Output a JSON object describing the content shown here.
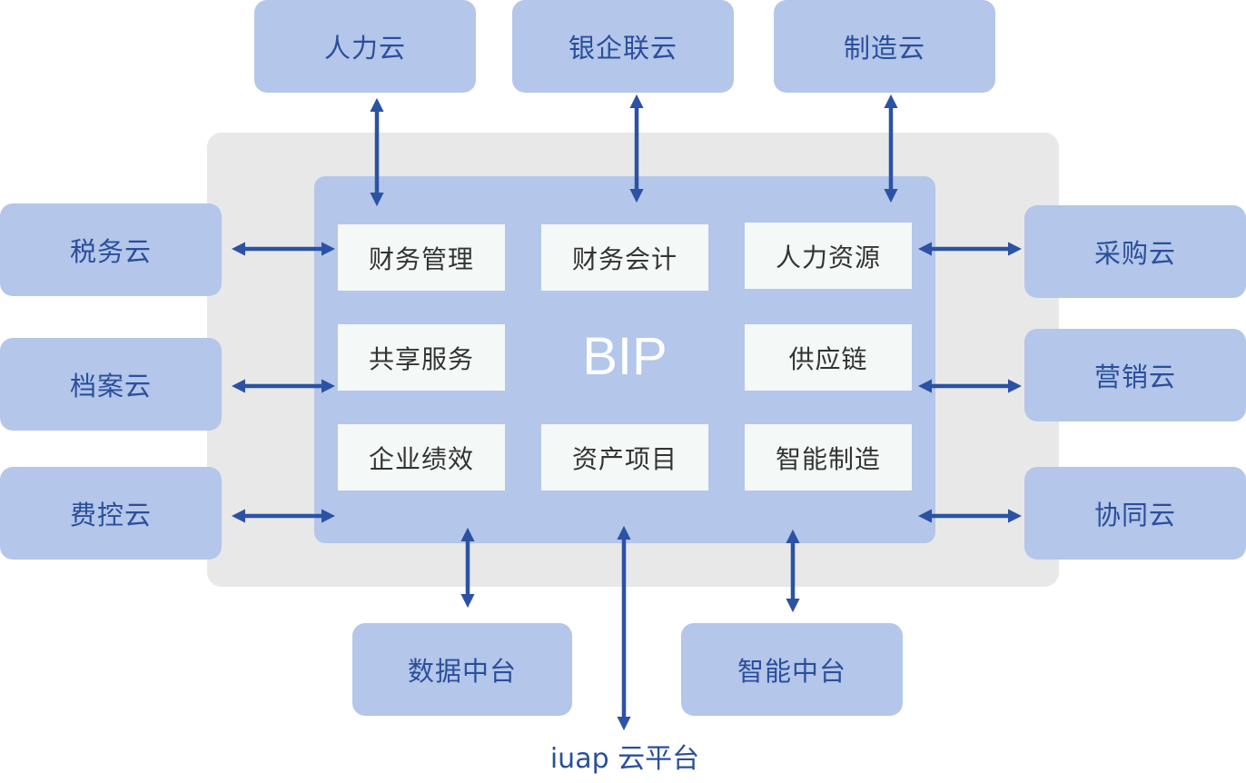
{
  "core": {
    "title": "BIP",
    "modules": [
      "财务管理",
      "财务会计",
      "人力资源",
      "共享服务",
      "供应链",
      "企业绩效",
      "资产项目",
      "智能制造"
    ]
  },
  "clouds": {
    "top": [
      "人力云",
      "银企联云",
      "制造云"
    ],
    "left": [
      "税务云",
      "档案云",
      "费控云"
    ],
    "right": [
      "采购云",
      "营销云",
      "协同云"
    ],
    "bottom": [
      "数据中台",
      "智能中台"
    ]
  },
  "platform": "iuap 云平台",
  "colors": {
    "cloud_fill": "#b4c6e9",
    "cloud_text": "#2a4f9c",
    "arrow": "#2b52a3",
    "outer_fill": "#e8e8e8",
    "module_fill": "#f4f8f7"
  }
}
